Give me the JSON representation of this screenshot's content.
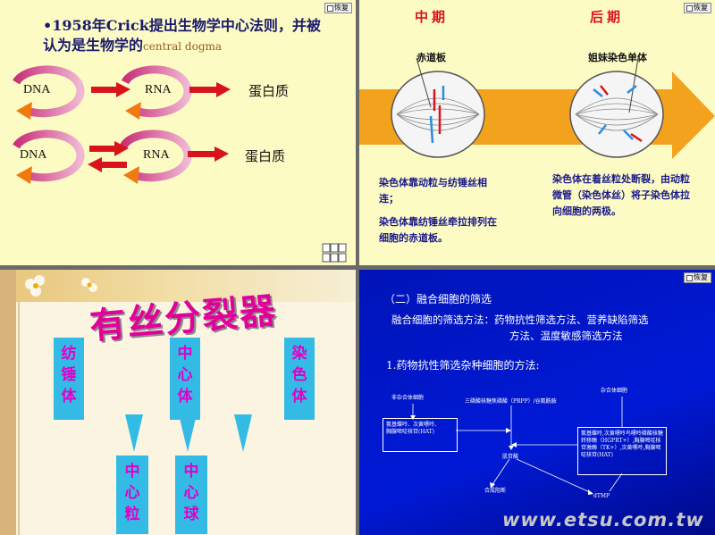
{
  "common": {
    "restore_label": "恢复"
  },
  "slide1": {
    "title_prefix": "•1958年Crick提出生物学中心法则，并被认为是生物学的",
    "title_en": "central dogma",
    "row1": {
      "dna": "DNA",
      "rna": "RNA",
      "protein": "蛋白质"
    },
    "row2": {
      "dna": "DNA",
      "rna": "RNA",
      "protein": "蛋白质"
    }
  },
  "slide2": {
    "phase_mid": "中期",
    "phase_late": "后期",
    "caption_left": "赤道板",
    "caption_right": "姐妹染色单体",
    "desc_left_1": "染色体靠动粒与纺锤丝相连；",
    "desc_left_2": "染色体靠纺锤丝牵拉排列在细胞的赤道板。",
    "desc_right": "染色体在着丝粒处断裂，由动粒微管（染色体丝）将子染色体拉向细胞的两极。"
  },
  "slide3": {
    "title": "有丝分裂器",
    "box1": "纺锤体",
    "box2": "中心体",
    "box3": "染色体",
    "box4": "中心粒",
    "box5": "中心球"
  },
  "slide4": {
    "heading": "（二）融合细胞的筛选",
    "methods_line1": "融合细胞的筛选方法：药物抗性筛选方法、营养缺陷筛选",
    "methods_line2": "方法、温度敏感筛选方法",
    "subheading": "1.药物抗性筛选杂种细胞的方法:",
    "nonhybrid": "非杂合体细胞",
    "prpp": "三磷酸核糖焦磷酸（PRPP）/谷氨酰胺",
    "hybrid": "杂合体细胞",
    "left_box": "氨基蝶呤、次黄嘌呤、胸腺嘧啶核苷(HAT)",
    "right_box": "氨基蝶呤,次黄嘌呤鸟嘌呤磷酸核糖转移酶（HGPRT+）,胸腺嘧啶核苷激酶（TK+）,次黄嘌呤,胸腺嘧啶核苷(HAT)",
    "center": "肌苷酸",
    "synthesis_blocked": "合成阻断",
    "dtmp": "dTMP",
    "watermark": "www.etsu.com.tw"
  }
}
